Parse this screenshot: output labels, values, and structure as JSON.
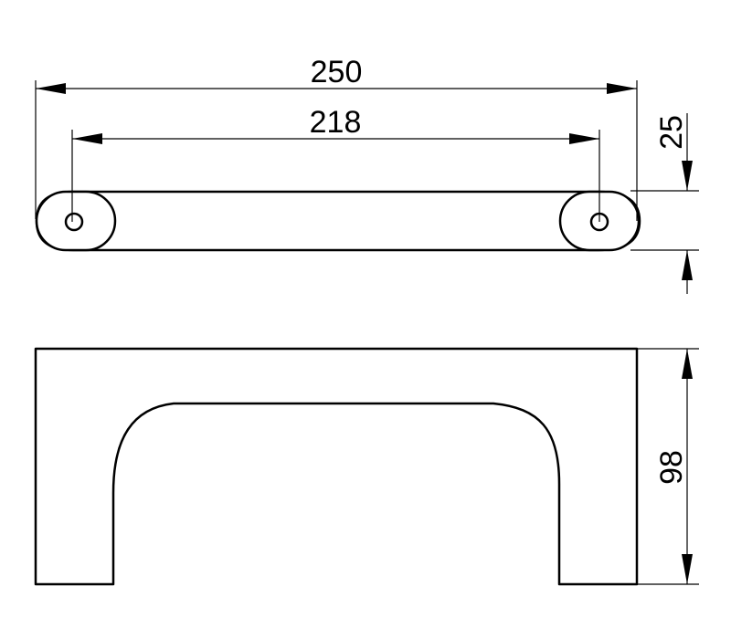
{
  "dimensions": {
    "overall_length": "250",
    "hole_spacing": "218",
    "depth": "25",
    "height": "98"
  },
  "colors": {
    "line": "#000000",
    "background": "#ffffff"
  }
}
